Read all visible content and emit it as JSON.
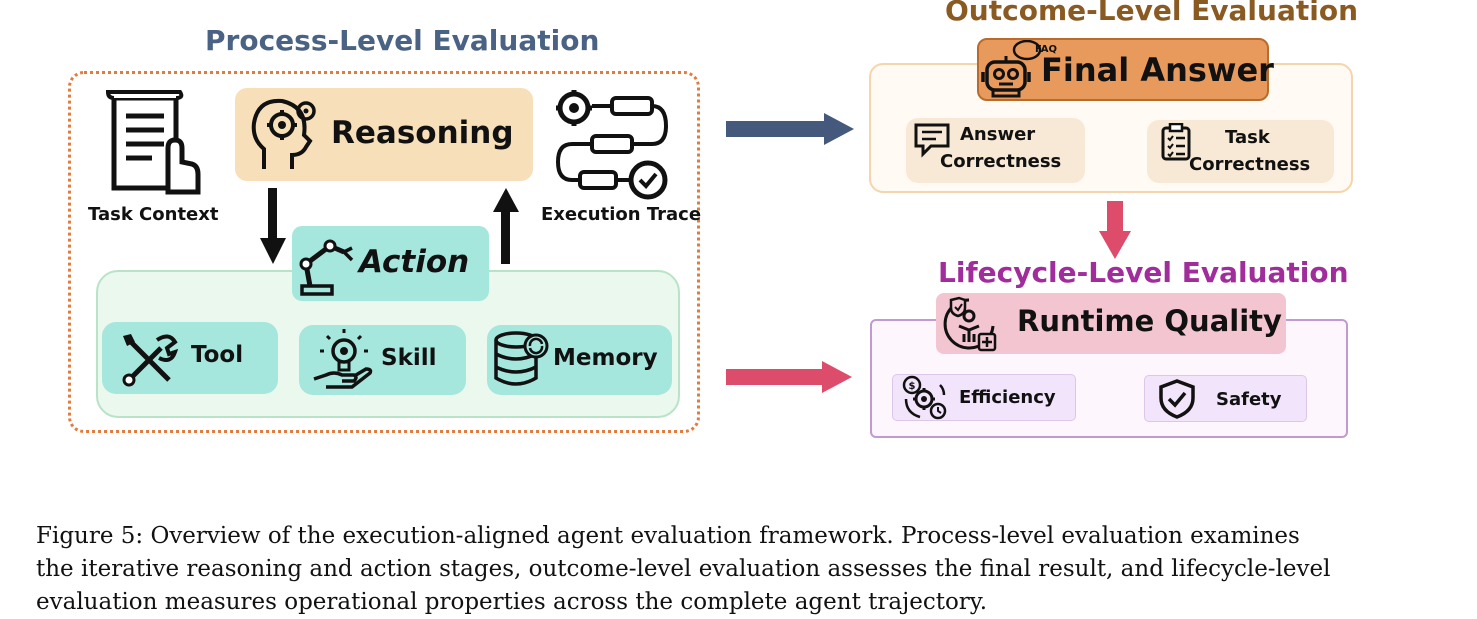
{
  "process": {
    "title": "Process-Level Evaluation",
    "reasoning": "Reasoning",
    "action": "Action",
    "task_context": "Task Context",
    "execution_trace": "Execution Trace",
    "tool": "Tool",
    "skill": "Skill",
    "memory": "Memory"
  },
  "outcome": {
    "title": "Outcome-Level Evaluation",
    "final_answer": "Final Answer",
    "faq_badge": "FAQ",
    "answer_correctness_line1": "Answer",
    "answer_correctness_line2": "Correctness",
    "task_correctness_line1": "Task",
    "task_correctness_line2": "Correctness"
  },
  "lifecycle": {
    "title": "Lifecycle-Level Evaluation",
    "runtime_quality": "Runtime Quality",
    "efficiency": "Efficiency",
    "safety": "Safety"
  },
  "caption": {
    "line1": "Figure 5: Overview of the execution-aligned agent evaluation framework. Process-level evaluation examines",
    "line2": "the iterative reasoning and action stages, outcome-level evaluation assesses the final result, and lifecycle-level",
    "line3": "evaluation measures operational properties across the complete agent trajectory."
  },
  "colors": {
    "arrow_blue": "#44597b",
    "arrow_pink": "#dd4d6b",
    "process_title": "#4a6283",
    "outcome_title": "#8a5a23",
    "lifecycle_title": "#a12c9b"
  }
}
